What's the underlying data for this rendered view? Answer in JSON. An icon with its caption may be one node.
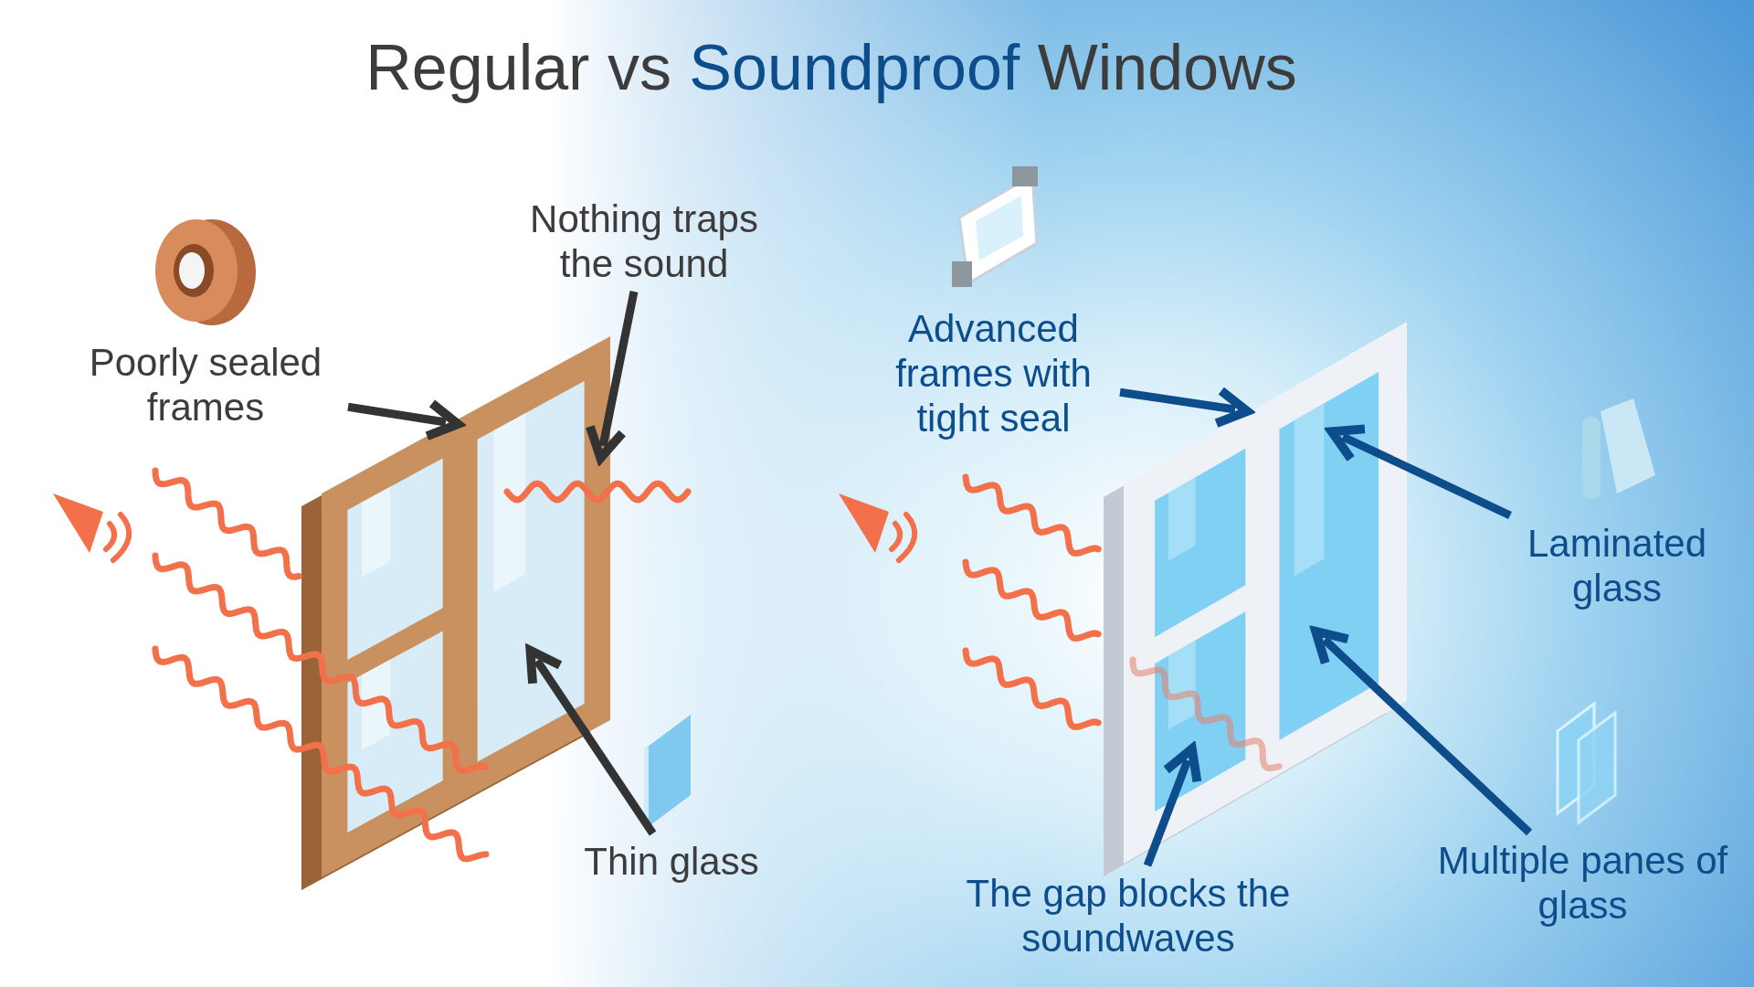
{
  "diagram": {
    "title": "Regular vs Soundproof Windows",
    "nodes": [
      {
        "text": [
          "Poorly sealed frames"
        ]
      },
      {
        "text": [
          "Nothing traps the sound"
        ]
      },
      {
        "text": [
          "Thin glass"
        ]
      },
      {
        "text": [
          "Advanced frames with tight seal"
        ]
      },
      {
        "text": [
          "Laminated glass"
        ]
      },
      {
        "text": [
          "The gap blocks the soundwaves"
        ]
      },
      {
        "text": [
          "Multiple panes of glass"
        ]
      },
      {
        "text": [],
        "shape": "picture"
      },
      {
        "text": [],
        "shape": "picture"
      }
    ],
    "edges": [
      {
        "from": 0,
        "to": 7,
        "arrow": "to",
        "color": "#333333"
      },
      {
        "from": 1,
        "to": 7,
        "arrow": "to",
        "color": "#333333"
      },
      {
        "from": 2,
        "to": 7,
        "arrow": "to",
        "color": "#333333"
      },
      {
        "from": 3,
        "to": 8,
        "arrow": "to"
      },
      {
        "from": 4,
        "to": 8,
        "arrow": "to"
      },
      {
        "from": 5,
        "to": 8,
        "arrow": "to"
      },
      {
        "from": 6,
        "to": 8,
        "arrow": "to"
      }
    ]
  }
}
